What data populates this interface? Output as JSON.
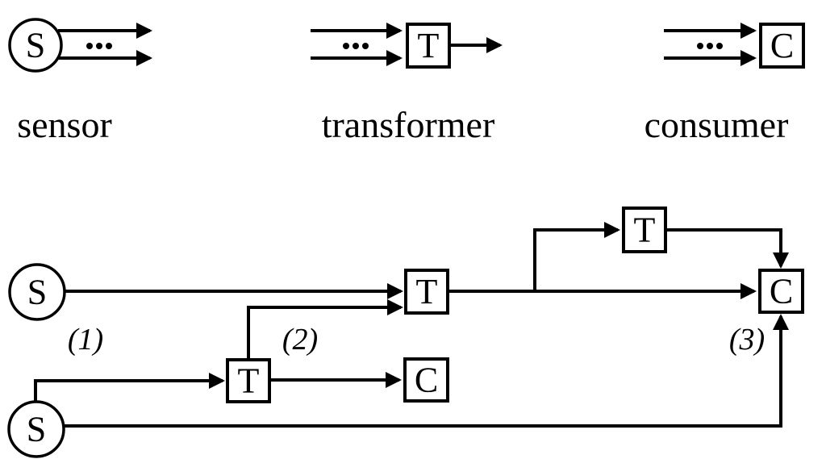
{
  "figure": {
    "background": "#ffffff",
    "ink": "#000000"
  },
  "legend": {
    "items": [
      {
        "id": "sensor",
        "symbol": "S",
        "label": "sensor",
        "ellipsis": "..."
      },
      {
        "id": "transformer",
        "symbol": "T",
        "label": "transformer",
        "ellipsis": "..."
      },
      {
        "id": "consumer",
        "symbol": "C",
        "label": "consumer",
        "ellipsis": "..."
      }
    ]
  },
  "pipeline": {
    "nodes": [
      {
        "id": "sensor-1",
        "symbol": "S"
      },
      {
        "id": "sensor-2",
        "symbol": "S"
      },
      {
        "id": "transformer-main",
        "symbol": "T"
      },
      {
        "id": "transformer-top",
        "symbol": "T"
      },
      {
        "id": "transformer-bottom",
        "symbol": "T"
      },
      {
        "id": "consumer-main",
        "symbol": "C"
      },
      {
        "id": "consumer-bottom",
        "symbol": "C"
      }
    ],
    "annotations": [
      {
        "id": "marker-1",
        "label": "(1)"
      },
      {
        "id": "marker-2",
        "label": "(2)"
      },
      {
        "id": "marker-3",
        "label": "(3)"
      }
    ]
  }
}
